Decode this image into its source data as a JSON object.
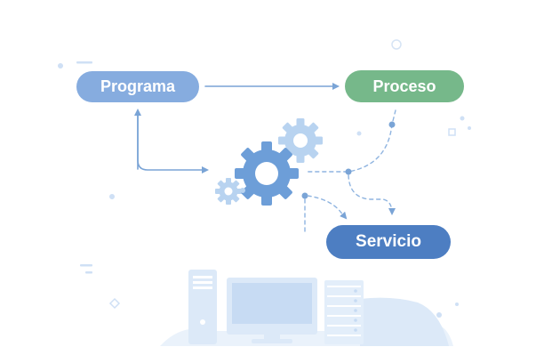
{
  "diagram": {
    "nodes": {
      "programa": {
        "label": "Programa",
        "color": "#86acdf"
      },
      "proceso": {
        "label": "Proceso",
        "color": "#76b88a"
      },
      "servicio": {
        "label": "Servicio",
        "color": "#4d7ec2"
      }
    },
    "edges": [
      {
        "from": "programa",
        "to": "proceso",
        "style": "solid"
      },
      {
        "from": "programa",
        "to": "gears",
        "style": "solid"
      },
      {
        "from": "proceso",
        "to": "gears",
        "style": "dashed"
      },
      {
        "from": "gears",
        "to": "servicio",
        "style": "dashed"
      }
    ],
    "colors": {
      "arrow": "#7aa4d6",
      "gear_large": "#6d9ed8",
      "gear_light": "#b8d3f0",
      "illustration": "#dce9f8",
      "illustration_dark": "#c7dbf3"
    },
    "icons": [
      "gear-icon",
      "desktop-computer-icon",
      "tower-case-icon",
      "server-rack-icon"
    ]
  }
}
